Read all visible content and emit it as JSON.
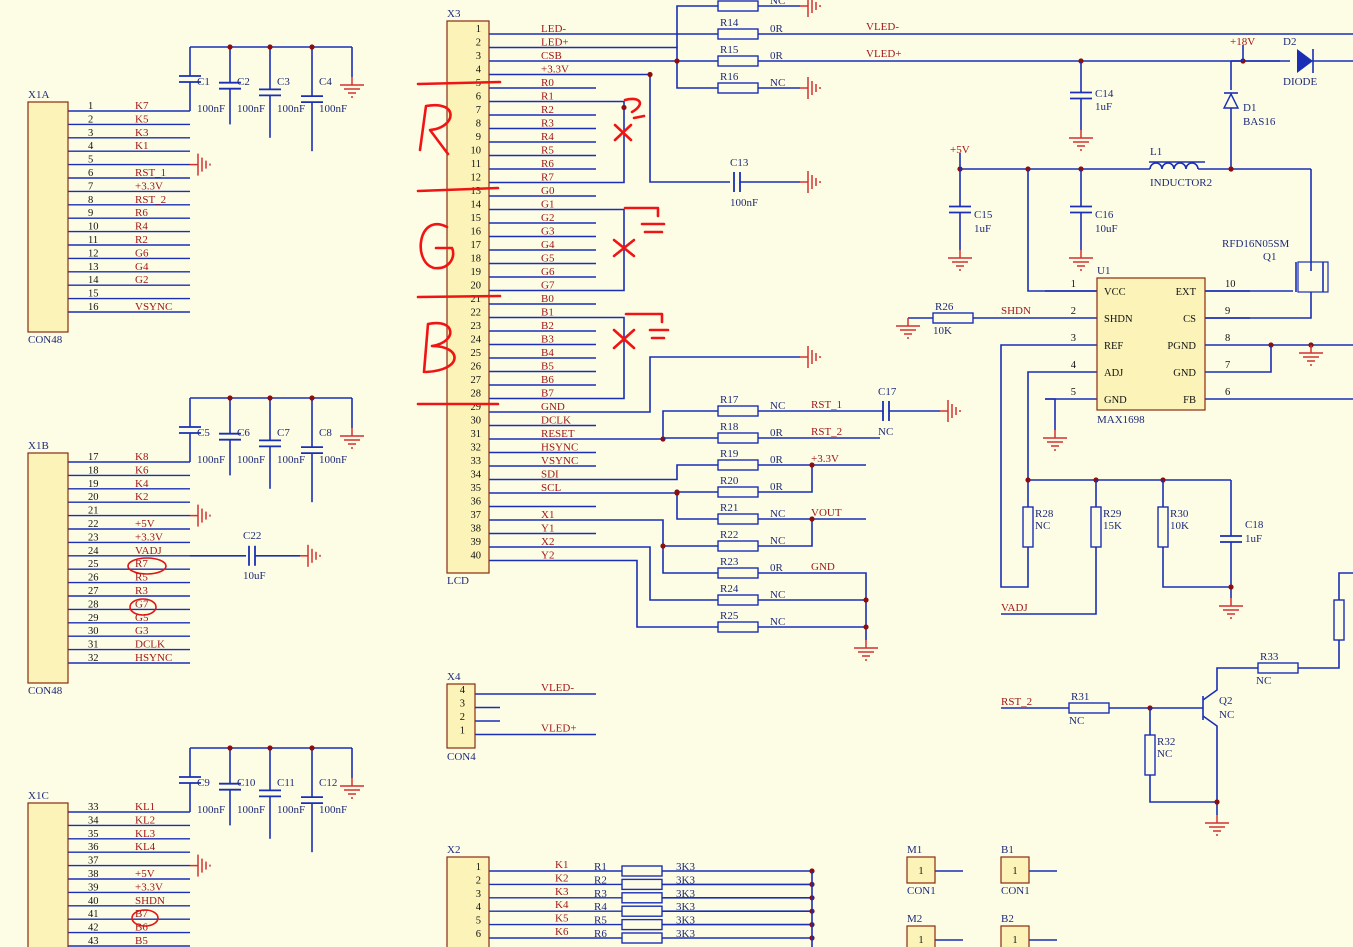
{
  "connectors": {
    "x1a": {
      "ref": "X1A",
      "type": "CON48",
      "pins": [
        {
          "n": "1",
          "net": "K7"
        },
        {
          "n": "2",
          "net": "K5"
        },
        {
          "n": "3",
          "net": "K3"
        },
        {
          "n": "4",
          "net": "K1"
        },
        {
          "n": "5",
          "net": ""
        },
        {
          "n": "6",
          "net": "RST_1"
        },
        {
          "n": "7",
          "net": "+3.3V"
        },
        {
          "n": "8",
          "net": "RST_2"
        },
        {
          "n": "9",
          "net": "R6"
        },
        {
          "n": "10",
          "net": "R4"
        },
        {
          "n": "11",
          "net": "R2"
        },
        {
          "n": "12",
          "net": "G6"
        },
        {
          "n": "13",
          "net": "G4"
        },
        {
          "n": "14",
          "net": "G2"
        },
        {
          "n": "15",
          "net": ""
        },
        {
          "n": "16",
          "net": "VSYNC"
        }
      ]
    },
    "x1b": {
      "ref": "X1B",
      "type": "CON48",
      "pins": [
        {
          "n": "17",
          "net": "K8"
        },
        {
          "n": "18",
          "net": "K6"
        },
        {
          "n": "19",
          "net": "K4"
        },
        {
          "n": "20",
          "net": "K2"
        },
        {
          "n": "21",
          "net": ""
        },
        {
          "n": "22",
          "net": "+5V"
        },
        {
          "n": "23",
          "net": "+3.3V"
        },
        {
          "n": "24",
          "net": "VADJ"
        },
        {
          "n": "25",
          "net": "R7"
        },
        {
          "n": "26",
          "net": "R5"
        },
        {
          "n": "27",
          "net": "R3"
        },
        {
          "n": "28",
          "net": "G7"
        },
        {
          "n": "29",
          "net": "G5"
        },
        {
          "n": "30",
          "net": "G3"
        },
        {
          "n": "31",
          "net": "DCLK"
        },
        {
          "n": "32",
          "net": "HSYNC"
        }
      ]
    },
    "x1c": {
      "ref": "X1C",
      "pins": [
        {
          "n": "33",
          "net": "KL1"
        },
        {
          "n": "34",
          "net": "KL2"
        },
        {
          "n": "35",
          "net": "KL3"
        },
        {
          "n": "36",
          "net": "KL4"
        },
        {
          "n": "37",
          "net": ""
        },
        {
          "n": "38",
          "net": "+5V"
        },
        {
          "n": "39",
          "net": "+3.3V"
        },
        {
          "n": "40",
          "net": "SHDN"
        },
        {
          "n": "41",
          "net": "B7"
        },
        {
          "n": "42",
          "net": "B6"
        },
        {
          "n": "43",
          "net": "B5"
        }
      ]
    },
    "x3": {
      "ref": "X3",
      "type": "LCD",
      "pins": [
        {
          "n": "1",
          "net": "LED-"
        },
        {
          "n": "2",
          "net": "LED+"
        },
        {
          "n": "3",
          "net": "CSB"
        },
        {
          "n": "4",
          "net": "+3.3V"
        },
        {
          "n": "5",
          "net": "R0"
        },
        {
          "n": "6",
          "net": "R1"
        },
        {
          "n": "7",
          "net": "R2"
        },
        {
          "n": "8",
          "net": "R3"
        },
        {
          "n": "9",
          "net": "R4"
        },
        {
          "n": "10",
          "net": "R5"
        },
        {
          "n": "11",
          "net": "R6"
        },
        {
          "n": "12",
          "net": "R7"
        },
        {
          "n": "13",
          "net": "G0"
        },
        {
          "n": "14",
          "net": "G1"
        },
        {
          "n": "15",
          "net": "G2"
        },
        {
          "n": "16",
          "net": "G3"
        },
        {
          "n": "17",
          "net": "G4"
        },
        {
          "n": "18",
          "net": "G5"
        },
        {
          "n": "19",
          "net": "G6"
        },
        {
          "n": "20",
          "net": "G7"
        },
        {
          "n": "21",
          "net": "B0"
        },
        {
          "n": "22",
          "net": "B1"
        },
        {
          "n": "23",
          "net": "B2"
        },
        {
          "n": "24",
          "net": "B3"
        },
        {
          "n": "25",
          "net": "B4"
        },
        {
          "n": "26",
          "net": "B5"
        },
        {
          "n": "27",
          "net": "B6"
        },
        {
          "n": "28",
          "net": "B7"
        },
        {
          "n": "29",
          "net": "GND"
        },
        {
          "n": "30",
          "net": "DCLK"
        },
        {
          "n": "31",
          "net": "RESET"
        },
        {
          "n": "32",
          "net": "HSYNC"
        },
        {
          "n": "33",
          "net": "VSYNC"
        },
        {
          "n": "34",
          "net": "SDI"
        },
        {
          "n": "35",
          "net": "SCL"
        },
        {
          "n": "36",
          "net": ""
        },
        {
          "n": "37",
          "net": "X1"
        },
        {
          "n": "38",
          "net": "Y1"
        },
        {
          "n": "39",
          "net": "X2"
        },
        {
          "n": "40",
          "net": "Y2"
        }
      ]
    },
    "x4": {
      "ref": "X4",
      "type": "CON4",
      "pins": [
        {
          "n": "4",
          "net": "VLED-"
        },
        {
          "n": "3",
          "net": ""
        },
        {
          "n": "2",
          "net": ""
        },
        {
          "n": "1",
          "net": "VLED+"
        }
      ]
    },
    "x2": {
      "ref": "X2",
      "pins": [
        {
          "n": "1",
          "net": "K1",
          "r": "R1",
          "v": "3K3"
        },
        {
          "n": "2",
          "net": "K2",
          "r": "R2",
          "v": "3K3"
        },
        {
          "n": "3",
          "net": "K3",
          "r": "R3",
          "v": "3K3"
        },
        {
          "n": "4",
          "net": "K4",
          "r": "R4",
          "v": "3K3"
        },
        {
          "n": "5",
          "net": "K5",
          "r": "R5",
          "v": "3K3"
        },
        {
          "n": "6",
          "net": "K6",
          "r": "R6",
          "v": "3K3"
        }
      ]
    },
    "m1": {
      "ref": "M1",
      "type": "CON1",
      "pin": "1"
    },
    "m2": {
      "ref": "M2",
      "pin": "1"
    },
    "b1": {
      "ref": "B1",
      "type": "CON1",
      "pin": "1"
    },
    "b2": {
      "ref": "B2",
      "pin": "1"
    }
  },
  "decoupling": {
    "top": [
      {
        "ref": "C1",
        "v": "100nF"
      },
      {
        "ref": "C2",
        "v": "100nF"
      },
      {
        "ref": "C3",
        "v": "100nF"
      },
      {
        "ref": "C4",
        "v": "100nF"
      }
    ],
    "mid": [
      {
        "ref": "C5",
        "v": "100nF"
      },
      {
        "ref": "C6",
        "v": "100nF"
      },
      {
        "ref": "C7",
        "v": "100nF"
      },
      {
        "ref": "C8",
        "v": "100nF"
      }
    ],
    "bot": [
      {
        "ref": "C9",
        "v": "100nF"
      },
      {
        "ref": "C10",
        "v": "100nF"
      },
      {
        "ref": "C11",
        "v": "100nF"
      },
      {
        "ref": "C12",
        "v": "100nF"
      }
    ]
  },
  "parts": {
    "c22": {
      "ref": "C22",
      "v": "10uF"
    },
    "c13": {
      "ref": "C13",
      "v": "100nF"
    },
    "c14": {
      "ref": "C14",
      "v": "1uF"
    },
    "c15": {
      "ref": "C15",
      "v": "1uF"
    },
    "c16": {
      "ref": "C16",
      "v": "10uF"
    },
    "c17": {
      "ref": "C17",
      "v": "NC"
    },
    "c18": {
      "ref": "C18",
      "v": "1uF"
    },
    "r14": {
      "ref": "R14",
      "v": "0R"
    },
    "r15": {
      "ref": "R15",
      "v": "0R"
    },
    "r16": {
      "ref": "R16",
      "v": "NC"
    },
    "r13v": "NC",
    "r17": {
      "ref": "R17",
      "v": "NC"
    },
    "r18": {
      "ref": "R18",
      "v": "0R"
    },
    "r19": {
      "ref": "R19",
      "v": "0R"
    },
    "r20": {
      "ref": "R20",
      "v": "0R"
    },
    "r21": {
      "ref": "R21",
      "v": "NC"
    },
    "r22": {
      "ref": "R22",
      "v": "NC"
    },
    "r23": {
      "ref": "R23",
      "v": "0R"
    },
    "r24": {
      "ref": "R24",
      "v": "NC"
    },
    "r25": {
      "ref": "R25",
      "v": "NC"
    },
    "r26": {
      "ref": "R26",
      "v": "10K"
    },
    "r28": {
      "ref": "R28",
      "v": "NC"
    },
    "r29": {
      "ref": "R29",
      "v": "15K"
    },
    "r30": {
      "ref": "R30",
      "v": "10K"
    },
    "r31": {
      "ref": "R31",
      "v": "NC"
    },
    "r32": {
      "ref": "R32",
      "v": "NC"
    },
    "r33": {
      "ref": "R33",
      "v": "NC"
    },
    "l1": {
      "ref": "L1",
      "v": "INDUCTOR2"
    },
    "d1": {
      "ref": "D1",
      "v": "BAS16"
    },
    "d2": {
      "ref": "D2",
      "v": "DIODE"
    },
    "q1": {
      "ref": "Q1",
      "v": "RFD16N05SM"
    },
    "q2": {
      "ref": "Q2",
      "v": "NC"
    }
  },
  "nets": {
    "vled_minus": "VLED-",
    "vled_plus": "VLED+",
    "v18": "+18V",
    "v5": "+5V",
    "v33": "+3.3V",
    "rst1": "RST_1",
    "rst2": "RST_2",
    "vout": "VOUT",
    "gnd": "GND",
    "shdn": "SHDN",
    "vadj": "VADJ",
    "rst2b": "RST_2"
  },
  "u1": {
    "ref": "U1",
    "name": "MAX1698",
    "left": [
      {
        "n": "1",
        "p": "VCC"
      },
      {
        "n": "2",
        "p": "SHDN"
      },
      {
        "n": "3",
        "p": "REF"
      },
      {
        "n": "4",
        "p": "ADJ"
      },
      {
        "n": "5",
        "p": "GND"
      }
    ],
    "right": [
      {
        "n": "10",
        "p": "EXT"
      },
      {
        "n": "9",
        "p": "CS"
      },
      {
        "n": "8",
        "p": "PGND"
      },
      {
        "n": "7",
        "p": "GND"
      },
      {
        "n": "6",
        "p": "FB"
      }
    ]
  },
  "annotations": {
    "red": "R",
    "green": "G",
    "blue": "B"
  },
  "colors": {
    "wire": "#1a2fb5",
    "net_label": "#a01818",
    "ground": "#d43030",
    "annotation": "#f01414",
    "paper": "#fdfde6"
  }
}
